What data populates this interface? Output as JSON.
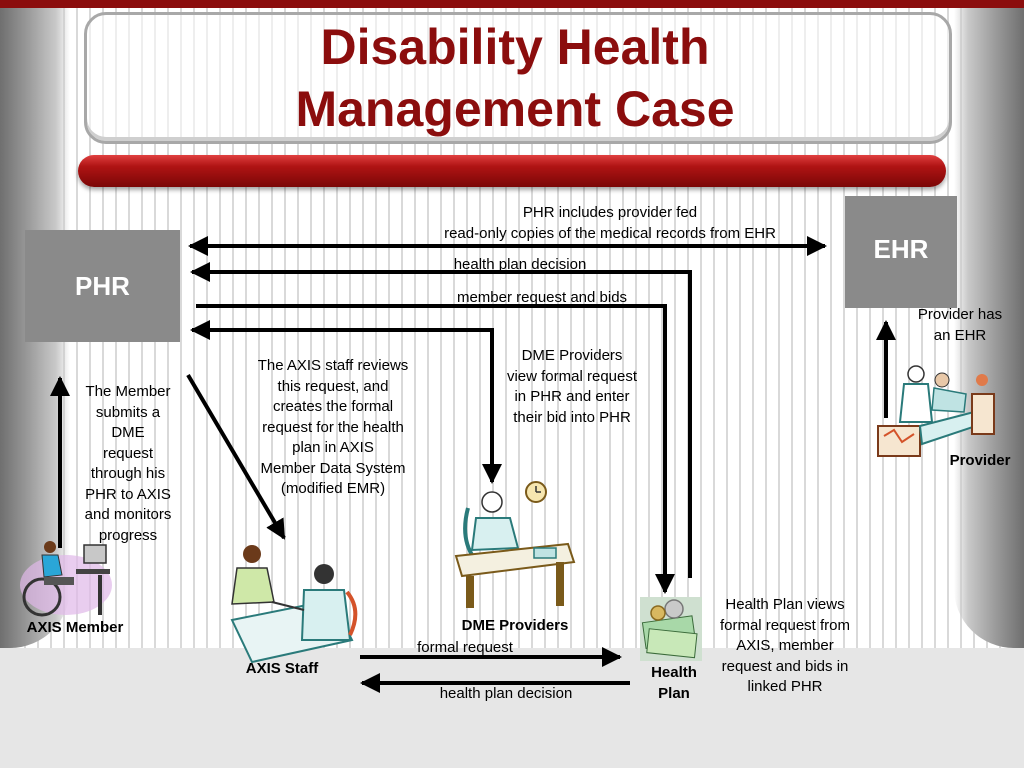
{
  "title_line1": "Disability Health",
  "title_line2": "Management Case",
  "boxes": {
    "phr": "PHR",
    "ehr": "EHR"
  },
  "arrow_labels": {
    "phr_fed_1": "PHR includes provider fed",
    "phr_fed_2": "read-only copies of the medical records from EHR",
    "plan_decision_top": "health plan decision",
    "member_request_bids": "member request and bids",
    "formal_request": "formal request",
    "plan_decision_bottom": "health plan decision"
  },
  "notes": {
    "member": [
      "The Member",
      "submits a",
      "DME",
      "request",
      "through his",
      "PHR to AXIS",
      "and monitors",
      "progress"
    ],
    "staff": [
      "The AXIS staff reviews",
      "this request, and",
      "creates the formal",
      "request for the health",
      "plan in AXIS",
      "Member Data System",
      "(modified EMR)"
    ],
    "dme": [
      "DME Providers",
      "view formal request",
      "in PHR and enter",
      "their bid into PHR"
    ],
    "provider": [
      "Provider has",
      "an EHR"
    ],
    "plan": [
      "Health Plan views",
      "formal request from",
      "AXIS, member",
      "request and bids in",
      "linked PHR"
    ]
  },
  "actors": {
    "axis_member": "AXIS Member",
    "axis_staff": "AXIS Staff",
    "dme_providers": "DME Providers",
    "health_plan_1": "Health",
    "health_plan_2": "Plan",
    "provider": "Provider"
  },
  "icons": [
    "wheelchair-user-icon",
    "staff-meeting-icon",
    "provider-desk-icon",
    "doctor-patient-icon",
    "money-icon"
  ],
  "colors": {
    "title": "#8b0d0d",
    "box": "#8a8a8a",
    "bar": "#b01414",
    "arrow": "#000000"
  }
}
